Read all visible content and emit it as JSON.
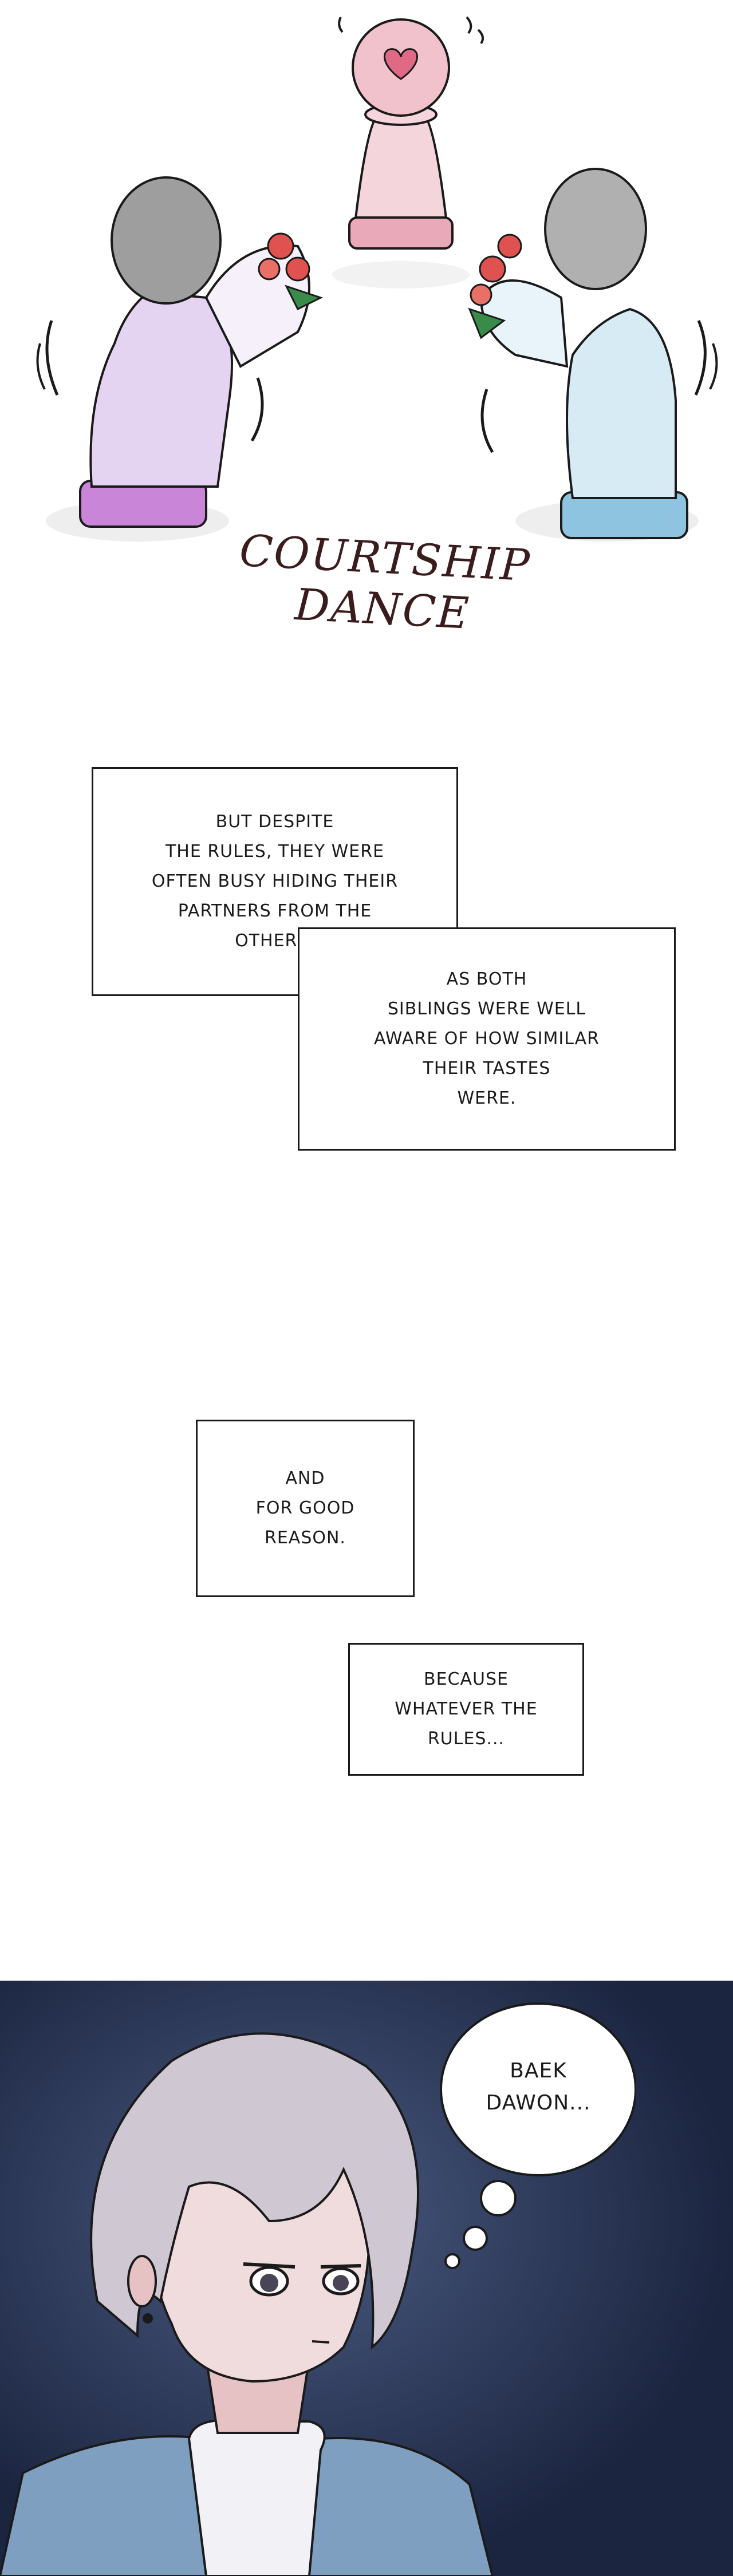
{
  "panel1": {
    "title": "COURTSHIP DANCE"
  },
  "captions": {
    "box1": "BUT DESPITE\nTHE RULES, THEY WERE\nOFTEN BUSY HIDING THEIR\nPARTNERS FROM THE\nOTHER...",
    "box2": "AS BOTH\nSIBLINGS WERE WELL\nAWARE OF HOW SIMILAR\nTHEIR TASTES\nWERE.",
    "box3": "AND\nFOR GOOD\nREASON.",
    "box4": "BECAUSE\nWHATEVER THE\nRULES..."
  },
  "panel2": {
    "thought": "BAEK\nDAWON..."
  },
  "colors": {
    "pink_piece": "#f1c5cf",
    "purple_piece": "#dcc6ee",
    "blue_piece": "#cfe7f2",
    "night_bg": "#1f2b4a"
  }
}
